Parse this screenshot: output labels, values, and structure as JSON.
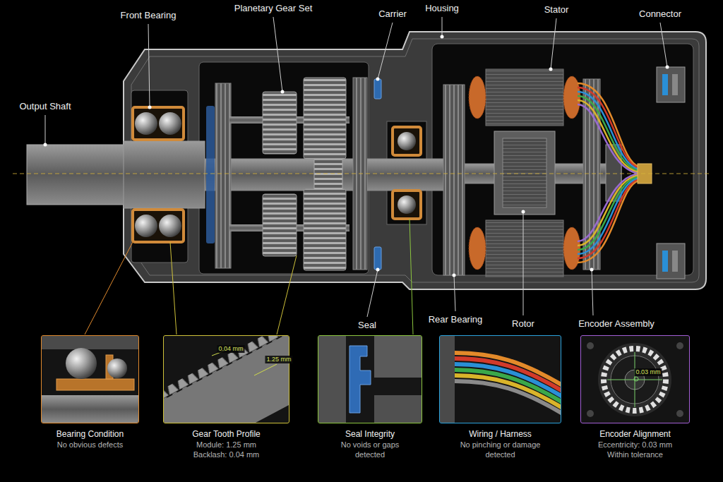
{
  "diagram": {
    "nodes": [
      {
        "text": [
          "Bearing Condition",
          "No obvious defects"
        ]
      },
      {
        "text": [
          "Gear Tooth Profile",
          "Module: 1.25 mm",
          "Backlash: 0.04 mm"
        ]
      },
      {
        "text": [
          "Seal Integrity",
          "No voids or gaps detected"
        ]
      },
      {
        "text": [
          "Wiring / Harness",
          "No pinching or damage detected"
        ]
      },
      {
        "text": [
          "Encoder Alignment",
          "Eccentricity: 0.03 mm",
          "Within tolerance"
        ]
      }
    ],
    "labels": [
      "Output Shaft",
      "Front Bearing",
      "Planetary Gear Set",
      "Carrier",
      "Housing",
      "Stator",
      "Connector",
      "Seal",
      "Rear Bearing",
      "Rotor",
      "Encoder Assembly",
      "0.04 mm",
      "1.25 mm",
      "0.03 mm"
    ]
  }
}
